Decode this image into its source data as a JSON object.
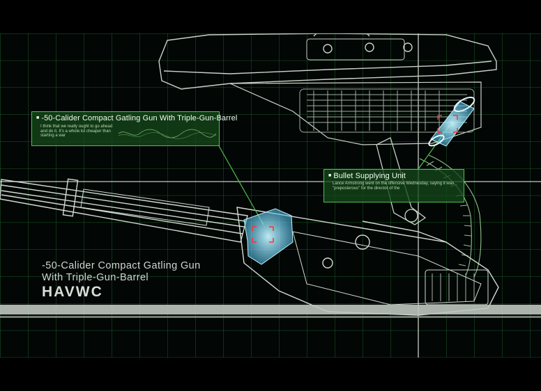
{
  "callouts": {
    "gun": {
      "title": "-50-Calider Compact Gatling Gun With Triple-Gun-Barrel",
      "body": "I think that we really ought to go ahead and do it. It's a whole lot cheaper than starting a war"
    },
    "bullet": {
      "title": "Bullet Supplying Unit",
      "body": "Lance Armstrong went on the offensive Wednesday, saying it was \"preposterous\" for the director of the"
    }
  },
  "caption": {
    "line1": "-50-Calider Compact Gatling Gun",
    "line2": "With Triple-Gun-Barrel",
    "code": "HAVWC"
  },
  "colors": {
    "background": "#020605",
    "grid": "#1f5a28",
    "wireframe": "#c8d4c8",
    "callout_border": "#4ec24a",
    "highlight": "#8fe6ff",
    "target": "#ff3030"
  }
}
